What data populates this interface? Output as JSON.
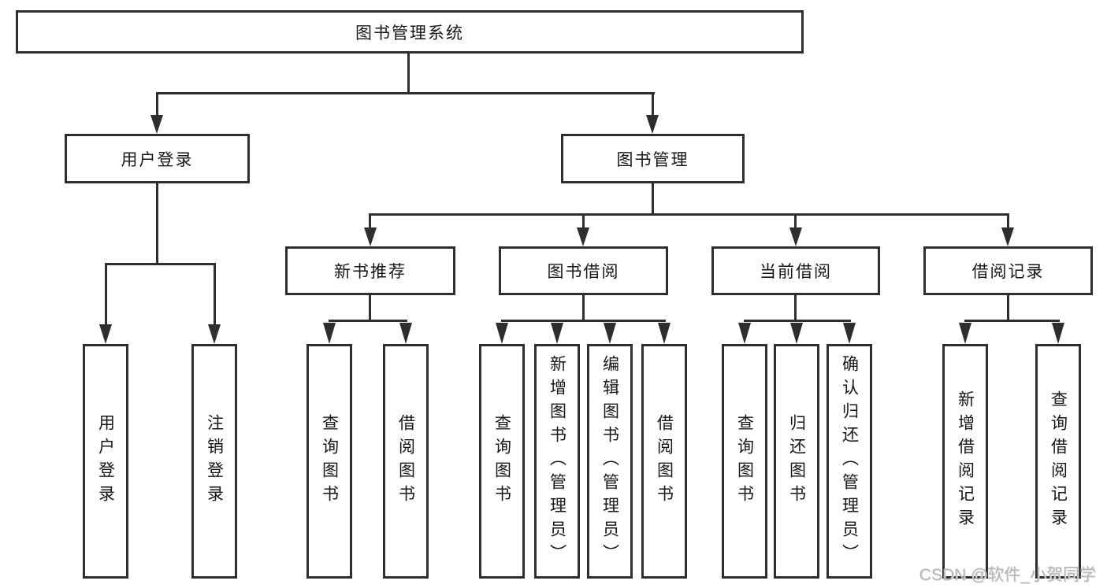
{
  "diagram_type": "hierarchy-tree",
  "colors": {
    "background": "#ffffff",
    "stroke": "#2e2e2e",
    "text": "#161616",
    "watermark": "#b5b5b5"
  },
  "tree": {
    "label": "图书管理系统",
    "children": [
      {
        "label": "用户登录",
        "children": [
          {
            "label": "用户登录"
          },
          {
            "label": "注销登录"
          }
        ]
      },
      {
        "label": "图书管理",
        "children": [
          {
            "label": "新书推荐",
            "children": [
              {
                "label": "查询图书"
              },
              {
                "label": "借阅图书"
              }
            ]
          },
          {
            "label": "图书借阅",
            "children": [
              {
                "label": "查询图书"
              },
              {
                "label": "新增图书（管理员）"
              },
              {
                "label": "编辑图书（管理员）"
              },
              {
                "label": "借阅图书"
              }
            ]
          },
          {
            "label": "当前借阅",
            "children": [
              {
                "label": "查询图书"
              },
              {
                "label": "归还图书"
              },
              {
                "label": "确认归还（管理员）"
              }
            ]
          },
          {
            "label": "借阅记录",
            "children": [
              {
                "label": "新增借阅记录"
              },
              {
                "label": "查询借阅记录"
              }
            ]
          }
        ]
      }
    ]
  },
  "watermark": {
    "text": "CSDN @软件_小贺同学"
  }
}
